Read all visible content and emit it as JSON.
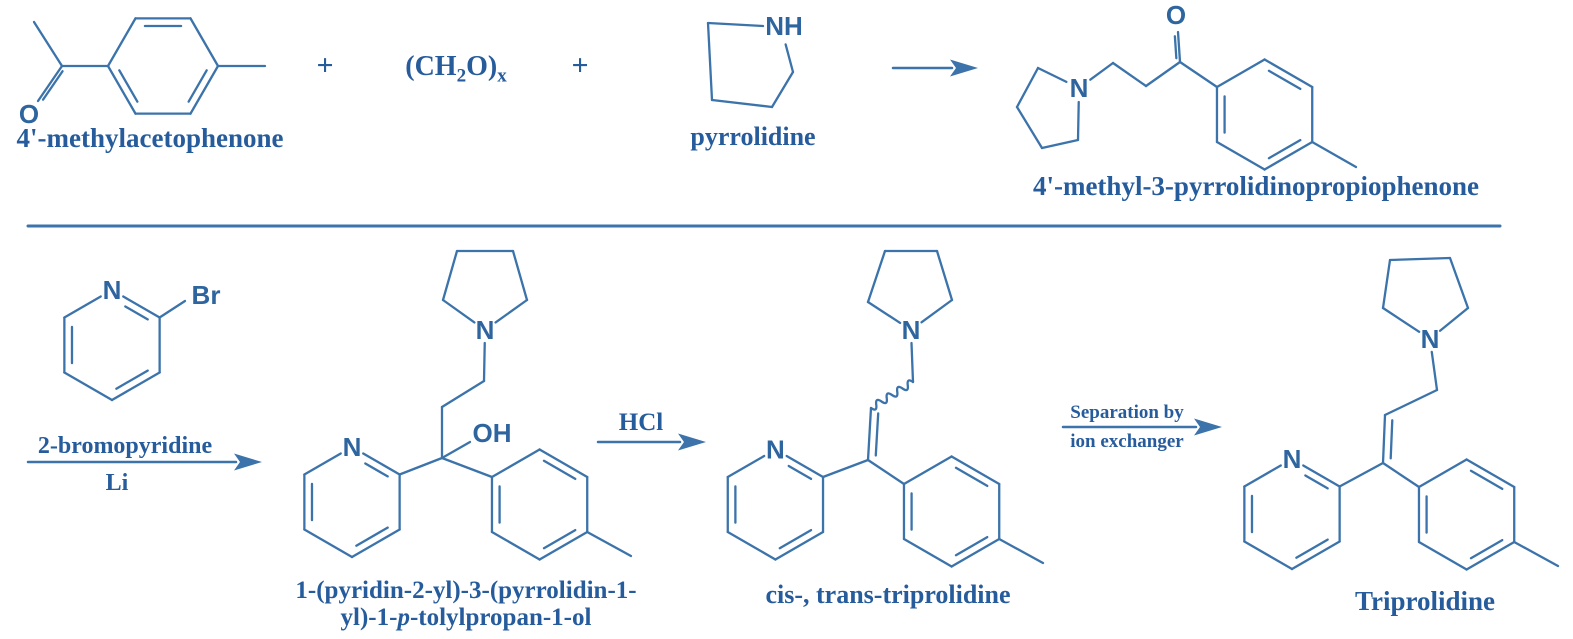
{
  "colors": {
    "bond": "#3b73aa",
    "atom": "#2e659f",
    "caption": "#265c9c"
  },
  "captions": {
    "reactant1": "4'-methylacetophenone",
    "plus1": "+",
    "formaldehyde_prefix": "(CH",
    "formaldehyde_sub1": "2",
    "formaldehyde_mid": "O)",
    "formaldehyde_sub2": "x",
    "plus2": "+",
    "reactant2": "pyrrolidine",
    "product_top": "4'-methyl-3-pyrrolidinopropiophenone",
    "step1_above": "2-bromopyridine",
    "step1_below": "Li",
    "intermediate1_line1": "1-(pyridin-2-yl)-3-(pyrrolidin-1-",
    "intermediate1_line2_pre": "yl)-1-",
    "intermediate1_line2_italic": "p",
    "intermediate1_line2_post": "-tolylpropan-1-ol",
    "step2_label": "HCl",
    "intermediate2": "cis-, trans-triprolidine",
    "step3_above": "Separation by",
    "step3_below": "ion exchanger",
    "product_final": "Triprolidine"
  },
  "atoms": {
    "acetophenone_o": "O",
    "pyrrolidine_nh": "NH",
    "propiophenone_o": "O",
    "propiophenone_n": "N",
    "bromopyridine_n": "N",
    "bromopyridine_br": "Br",
    "propanol_n_pyrrolidine": "N",
    "propanol_oh": "OH",
    "propanol_n_pyridine": "N",
    "cistrans_n_pyrrolidine": "N",
    "cistrans_n_pyridine": "N",
    "triprolidine_n_pyrrolidine": "N",
    "triprolidine_n_pyridine": "N"
  }
}
